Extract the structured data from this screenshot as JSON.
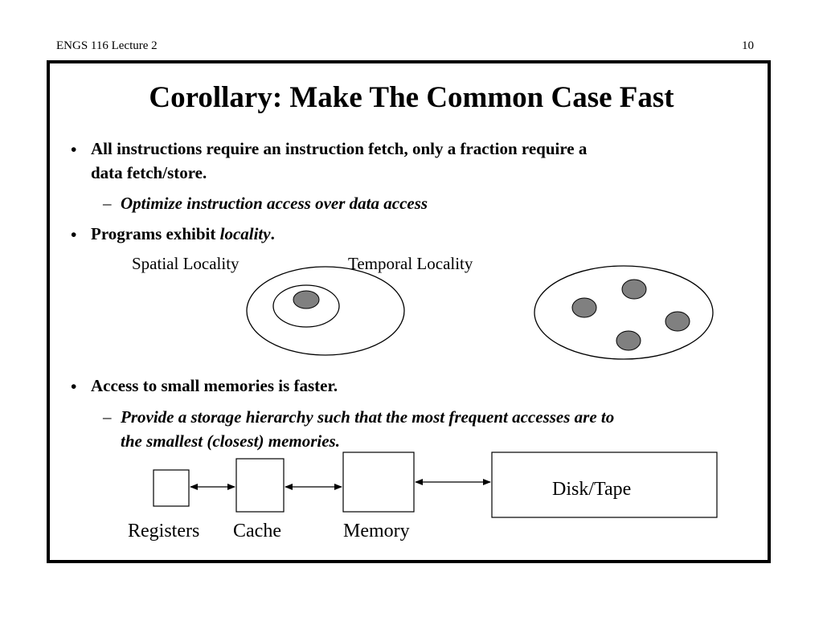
{
  "header": {
    "course": "ENGS 116  Lecture 2",
    "page_number": "10"
  },
  "slide": {
    "title": "Corollary:  Make The Common Case Fast",
    "bullets": [
      {
        "bullet_char": "•",
        "text_line1": "All instructions require an instruction fetch, only a fraction require a",
        "text_line2": "data fetch/store.",
        "sub_dash": "–",
        "sub_text": "Optimize instruction access over data access"
      },
      {
        "bullet_char": "•",
        "text_plain": "Programs exhibit ",
        "text_italic": "locality",
        "text_end": "."
      },
      {
        "bullet_char": "•",
        "text_line1": "Access to small memories is faster.",
        "sub_dash": "–",
        "sub_line1": "Provide a storage hierarchy such that the most frequent accesses are to",
        "sub_line2": "the smallest (closest) memories."
      }
    ],
    "locality_diagram": {
      "spatial_label": "Spatial Locality",
      "temporal_label": "Temporal Locality"
    },
    "hierarchy_diagram": {
      "registers": "Registers",
      "cache": "Cache",
      "memory": "Memory",
      "disk": "Disk/Tape"
    },
    "colors": {
      "dot_fill": "#808080",
      "stroke": "#000000"
    }
  }
}
